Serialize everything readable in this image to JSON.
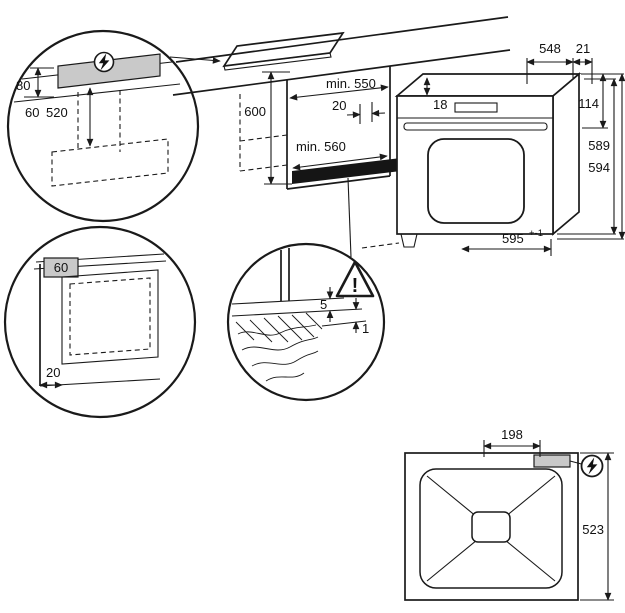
{
  "colors": {
    "line": "#1a1a1a",
    "panel_gray": "#c9c9c9",
    "solid_black": "#151515"
  },
  "icons": {
    "electrical_icon": "lightning-bolt",
    "warning_icon": "exclamation-triangle"
  },
  "electrical_detail": {
    "dim_80": "80",
    "dim_60": "60",
    "dim_520": "520"
  },
  "niche": {
    "min_width": "min. 550",
    "height": "600",
    "wall_gap": "20",
    "min_depth": "min. 560"
  },
  "oven_front": {
    "depth": "548",
    "door_depth": "21",
    "top_gap": "18",
    "panel_height": "114",
    "height_a": "589",
    "height_b": "594",
    "width": "595",
    "width_tolerance": "+-1"
  },
  "corner_detail": {
    "dim_60": "60",
    "dim_20": "20"
  },
  "gap_detail": {
    "gap_top": "5",
    "gap_bottom": "1"
  },
  "rear_view": {
    "connection_offset": "198",
    "depth": "523"
  },
  "warning_mark": "!"
}
